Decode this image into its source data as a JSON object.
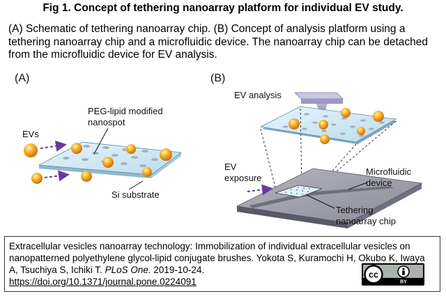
{
  "figure": {
    "title": "Fig 1. Concept of tethering nanoarray platform for individual EV study.",
    "caption": "(A) Schematic of tethering nanoarray chip. (B) Concept of analysis platform using a tethering nanoarray chip and a microfluidic device. The nanoarray chip can be detached from the microfluidic device for EV analysis."
  },
  "panel_a": {
    "label": "(A)",
    "evs_label": "EVs",
    "peg_label_line1": "PEG-lipid modified",
    "peg_label_line2": "nanospot",
    "substrate_label": "Si substrate"
  },
  "panel_b": {
    "label": "(B)",
    "ev_analysis_label": "EV analysis",
    "ev_exposure_line1": "EV",
    "ev_exposure_line2": "exposure",
    "microfluidic_line1": "Microfluidic",
    "microfluidic_line2": "device",
    "tethering_line1": "Tethering",
    "tethering_line2": "nanoarray chip"
  },
  "citation": {
    "text_before_journal": "Extracellular vesicles nanoarray technology: Immobilization of individual extracellular vesicles on nanopatterned polyethylene glycol-lipid conjugate brushes. Yokota S, Kuramochi H, Okubo K, Iwaya A, Tsuchiya S, Ichiki T.",
    "journal": "PLoS One.",
    "date": "2019-10-24.",
    "doi": "https://doi.org/10.1371/journal.pone.0224091"
  },
  "license": {
    "icon": "cc-by-icon",
    "cc_text": "cc",
    "by_text": "BY"
  },
  "colors": {
    "ev_orange": "#f0a020",
    "chip_surface": "#d6eaf5",
    "arrow_purple": "#6a3a9a",
    "device_gray": "#8a8a96"
  }
}
